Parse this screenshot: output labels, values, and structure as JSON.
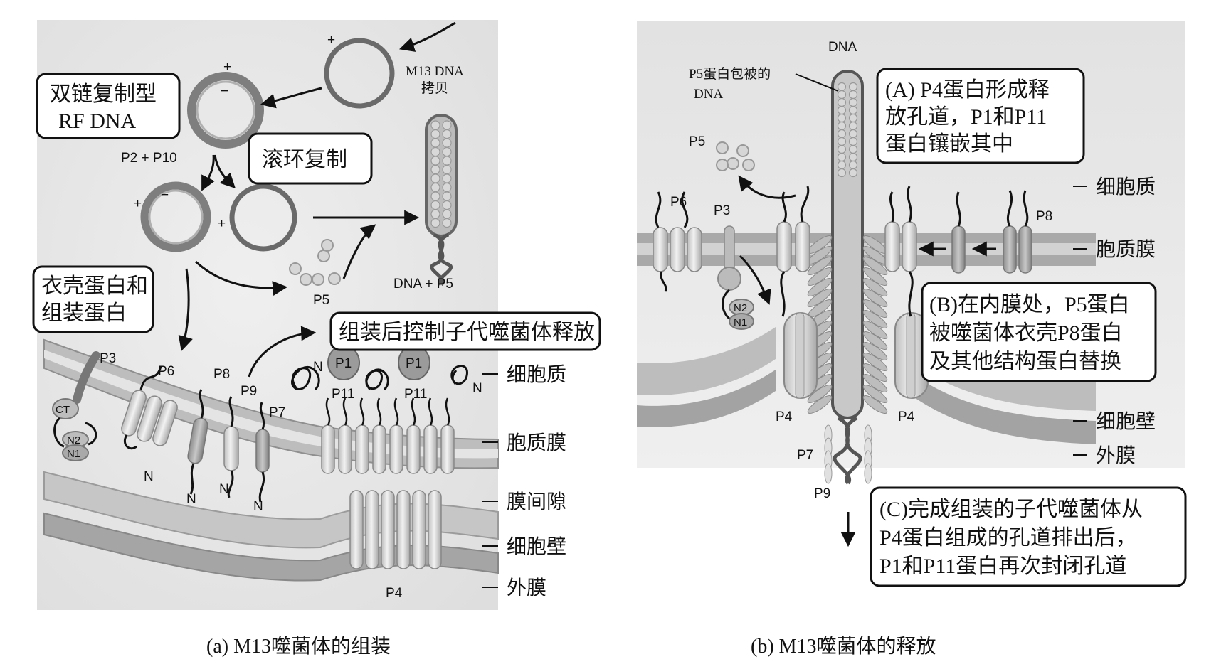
{
  "panel_a": {
    "caption": "(a) M13噬菌体的组装",
    "box_rf": [
      "双链复制型",
      "RF DNA"
    ],
    "box_rolling": "滚环复制",
    "box_coat": [
      "衣壳蛋白和",
      "组装蛋白"
    ],
    "box_release": "组装后控制子代噬菌体释放",
    "m13_copy": [
      "M13 DNA",
      "拷贝"
    ],
    "p2_p10": "P2 + P10",
    "dna_p5": "DNA + P5",
    "p5": "P5",
    "plus": "+",
    "minus": "−",
    "proteins": {
      "p3": "P3",
      "ct": "CT",
      "n2": "N2",
      "n1": "N1",
      "p6": "P6",
      "p8": "P8",
      "p9": "P9",
      "p7": "P7",
      "p1": "P1",
      "p11": "P11",
      "p4": "P4",
      "n": "N"
    },
    "layers": {
      "cytoplasm": "细胞质",
      "membrane": "胞质膜",
      "periplasm": "膜间隙",
      "cell_wall": "细胞壁",
      "outer_membrane": "外膜"
    }
  },
  "panel_b": {
    "caption": "(b) M13噬菌体的释放",
    "dna": "DNA",
    "p5_coated": [
      "P5蛋白包被的",
      "DNA"
    ],
    "box_a": [
      "(A) P4蛋白形成释",
      "放孔道，P1和P11",
      "蛋白镶嵌其中"
    ],
    "box_b": [
      "(B)在内膜处，P5蛋白",
      "被噬菌体衣壳P8蛋白",
      "及其他结构蛋白替换"
    ],
    "box_c": [
      "(C)完成组装的子代噬菌体从",
      "P4蛋白组成的孔道排出后，",
      "P1和P11蛋白再次封闭孔道"
    ],
    "proteins": {
      "p5": "P5",
      "p6": "P6",
      "p3": "P3",
      "n2": "N2",
      "n1": "N1",
      "p8": "P8",
      "p4": "P4",
      "p7": "P7",
      "p9": "P9"
    },
    "layers": {
      "cytoplasm": "细胞质",
      "membrane": "胞质膜",
      "cell_wall": "细胞壁",
      "outer_membrane": "外膜"
    }
  },
  "colors": {
    "background": "#ebebeb",
    "membrane": "#a9a9a9",
    "protein": "#d9d9d9",
    "dark_protein": "#9a9a9a"
  }
}
